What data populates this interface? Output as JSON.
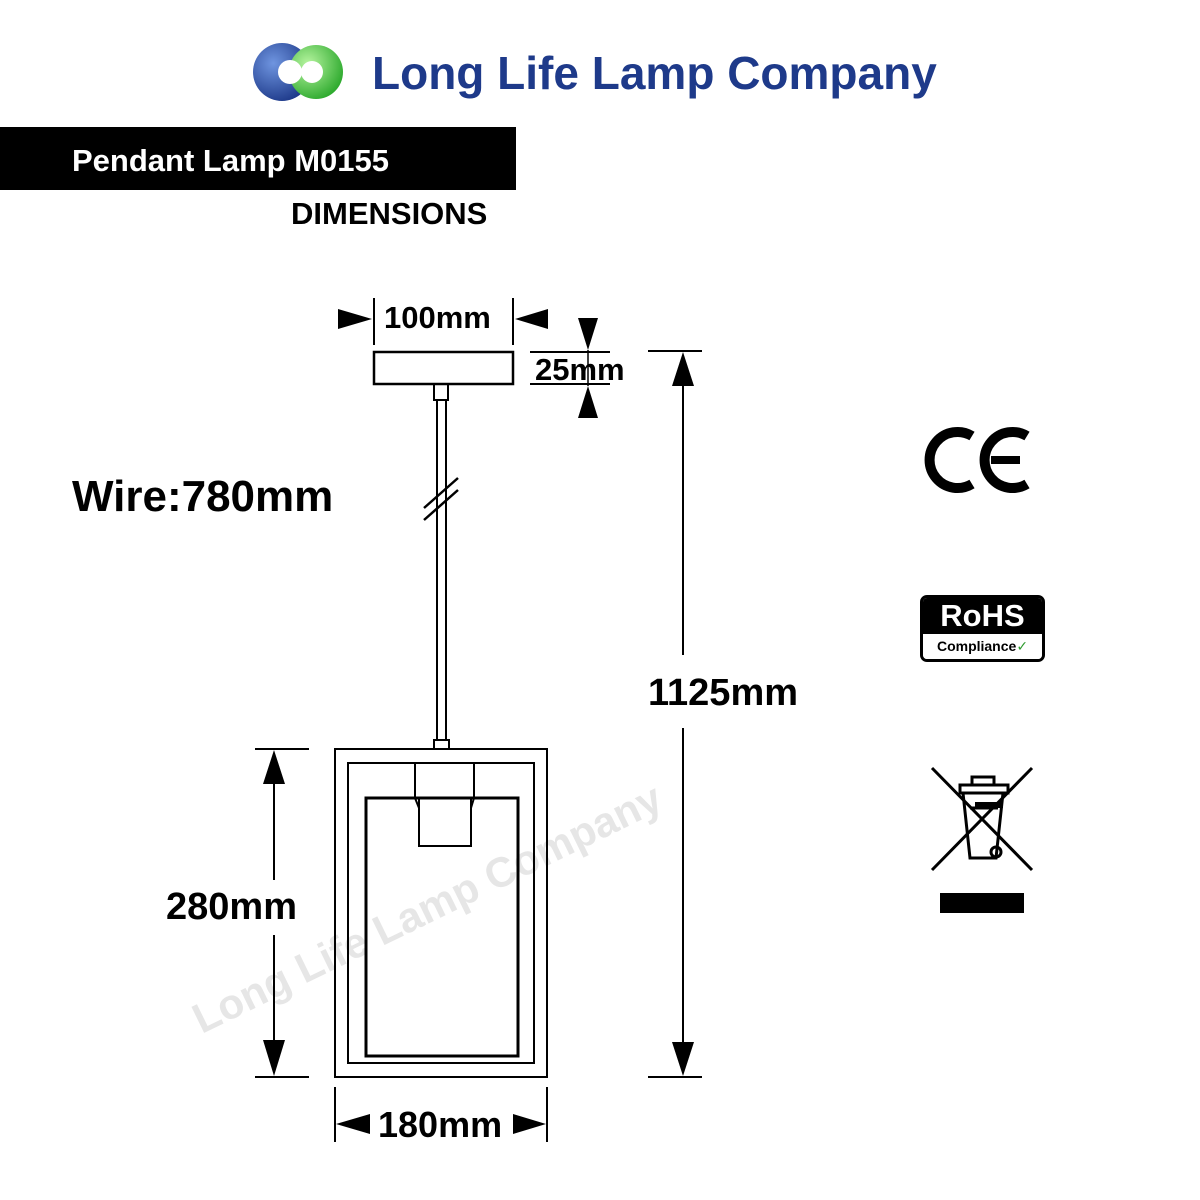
{
  "header": {
    "company_name": "Long Life Lamp Company",
    "logo": {
      "icon": "overlapping-rings-logo-icon",
      "colors": [
        "#1e3a8a",
        "#3ecf3e"
      ]
    }
  },
  "product": {
    "title": "Pendant Lamp M0155",
    "subtitle": "DIMENSIONS"
  },
  "dimensions": {
    "canopy_width": "100mm",
    "canopy_height": "25mm",
    "wire_length": "Wire:780mm",
    "total_height": "1125mm",
    "shade_height": "280mm",
    "shade_width": "180mm"
  },
  "watermark": "Long Life Lamp Company",
  "certifications": {
    "ce": {
      "icon": "ce-mark-icon",
      "text": "CE"
    },
    "rohs": {
      "icon": "rohs-badge-icon",
      "title": "RoHS",
      "caption": "Compliance"
    },
    "weee": {
      "icon": "weee-crossed-bin-icon"
    }
  },
  "colors": {
    "brand_blue": "#1e3a8a",
    "brand_green": "#3ecf3e",
    "ink": "#000000"
  }
}
